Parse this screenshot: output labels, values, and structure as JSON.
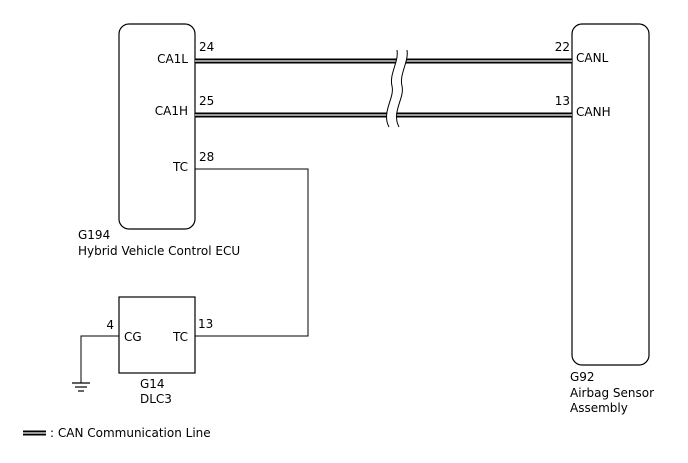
{
  "ecu": {
    "code": "G194",
    "name": "Hybrid Vehicle Control ECU",
    "pins": {
      "ca1l_label": "CA1L",
      "ca1l_num": "24",
      "ca1h_label": "CA1H",
      "ca1h_num": "25",
      "tc_label": "TC",
      "tc_num": "28"
    }
  },
  "airbag": {
    "code": "G92",
    "name_line1": "Airbag Sensor",
    "name_line2": "Assembly",
    "pins": {
      "canl_label": "CANL",
      "canl_num": "22",
      "canh_label": "CANH",
      "canh_num": "13"
    }
  },
  "dlc": {
    "code": "G14",
    "name": "DLC3",
    "pins": {
      "cg_label": "CG",
      "cg_num": "4",
      "tc_label": "TC",
      "tc_num": "13"
    }
  },
  "legend": {
    "can_line": ": CAN Communication Line"
  },
  "colors": {
    "line": "#000000",
    "can_core": "#9a9a9a",
    "background": "#ffffff"
  }
}
